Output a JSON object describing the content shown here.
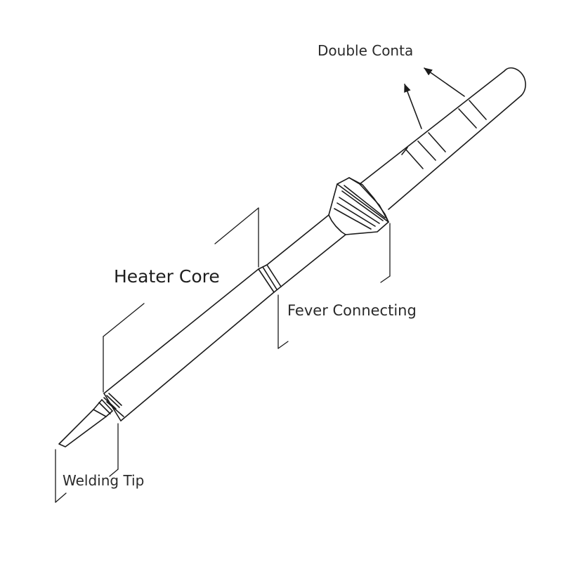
{
  "labels": {
    "double_contact": "Double Conta",
    "heater_core": "Heater Core",
    "fever_connecting": "Fever Connecting",
    "welding_tip": "Welding Tip"
  },
  "colors": {
    "stroke": "#1a1a1a",
    "text": "#2a2a2a",
    "background": "#ffffff"
  }
}
